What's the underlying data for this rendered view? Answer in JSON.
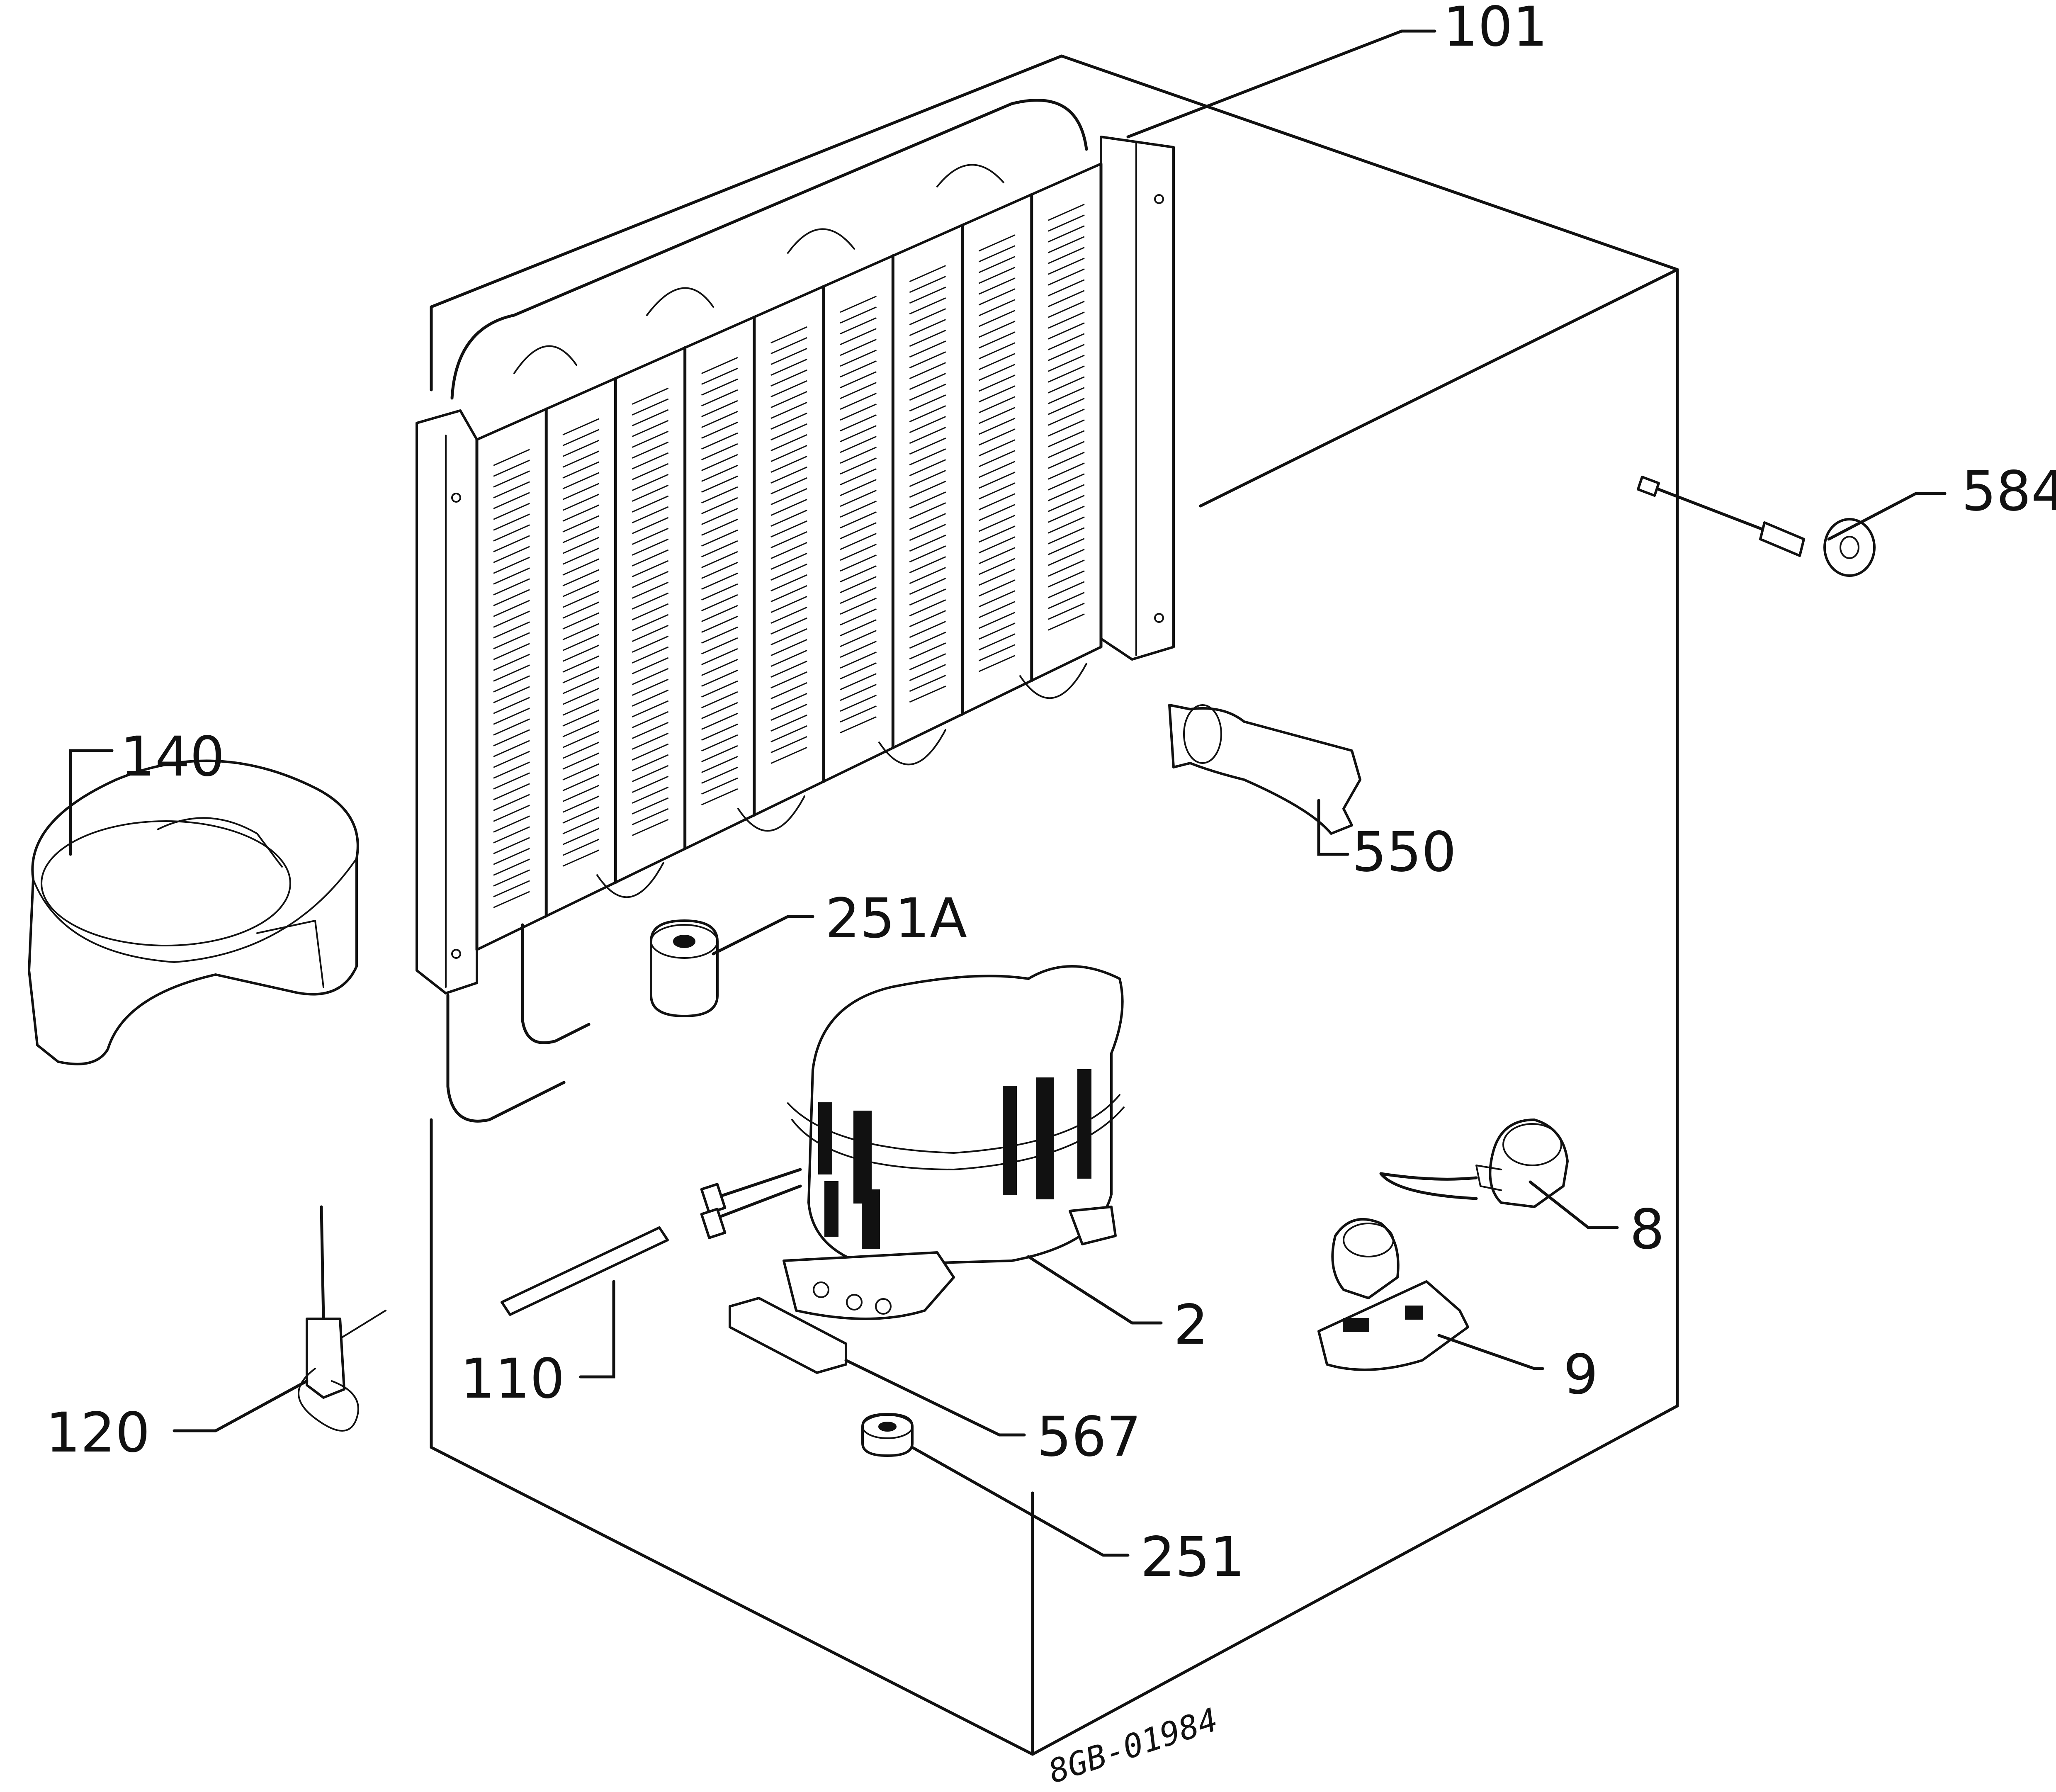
{
  "callouts": {
    "c101": "101",
    "c584": "584",
    "c140": "140",
    "c550": "550",
    "c251A": "251A",
    "c8": "8",
    "c2": "2",
    "c9": "9",
    "c110": "110",
    "c120": "120",
    "c567": "567",
    "c251": "251"
  },
  "drawing_number": "8GB-01984",
  "colors": {
    "ink": "#111111",
    "paper": "#ffffff"
  }
}
